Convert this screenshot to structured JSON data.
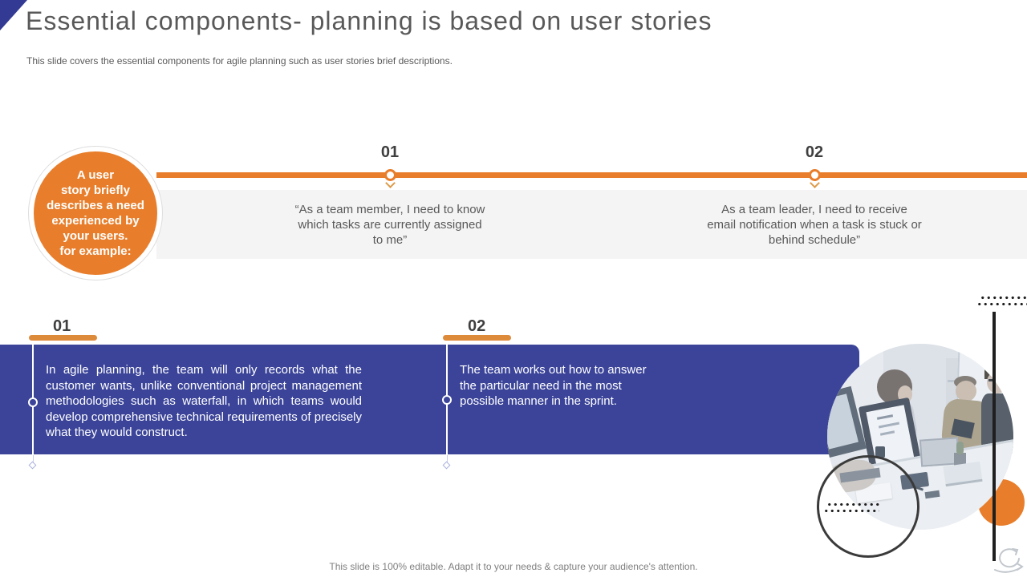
{
  "slide": {
    "title": "Essential components- planning is based on user stories",
    "subtitle": "This slide covers the essential components for agile planning such as user stories brief descriptions.",
    "footer": "This slide is 100% editable. Adapt it to your needs & capture your audience's attention."
  },
  "intro_circle": {
    "lines": [
      "A user",
      "story briefly",
      "describes a need",
      "experienced by",
      "your users.",
      "for example:"
    ]
  },
  "timeline": {
    "items": [
      {
        "number": "01",
        "quote": "“As a team member, I need to know which tasks are currently assigned to me”"
      },
      {
        "number": "02",
        "quote": "As a team leader, I need to receive email notification when a task is stuck or behind schedule”"
      }
    ]
  },
  "details": {
    "items": [
      {
        "number": "01",
        "text": "In agile planning, the team will only records what the customer wants, unlike conventional project management methodologies such as waterfall, in which teams would develop comprehensive technical requirements of precisely what they would construct."
      },
      {
        "number": "02",
        "text": "The team works out how to answer the particular need in the most possible manner in the sprint."
      }
    ]
  },
  "decor": {
    "icons": [
      "sprint-loop-icon",
      "chevron-down-icon",
      "dot-grid",
      "photo-office-team"
    ],
    "colors": {
      "accent_orange": "#E87E2B",
      "underline_orange": "#DE8A3B",
      "primary_blue": "#3B4499",
      "corner_navy": "#323A93",
      "title_gray": "#595959",
      "band_gray": "#F4F4F4",
      "number_gray": "#3F3F3F",
      "line_black": "#1F1F1F"
    }
  }
}
